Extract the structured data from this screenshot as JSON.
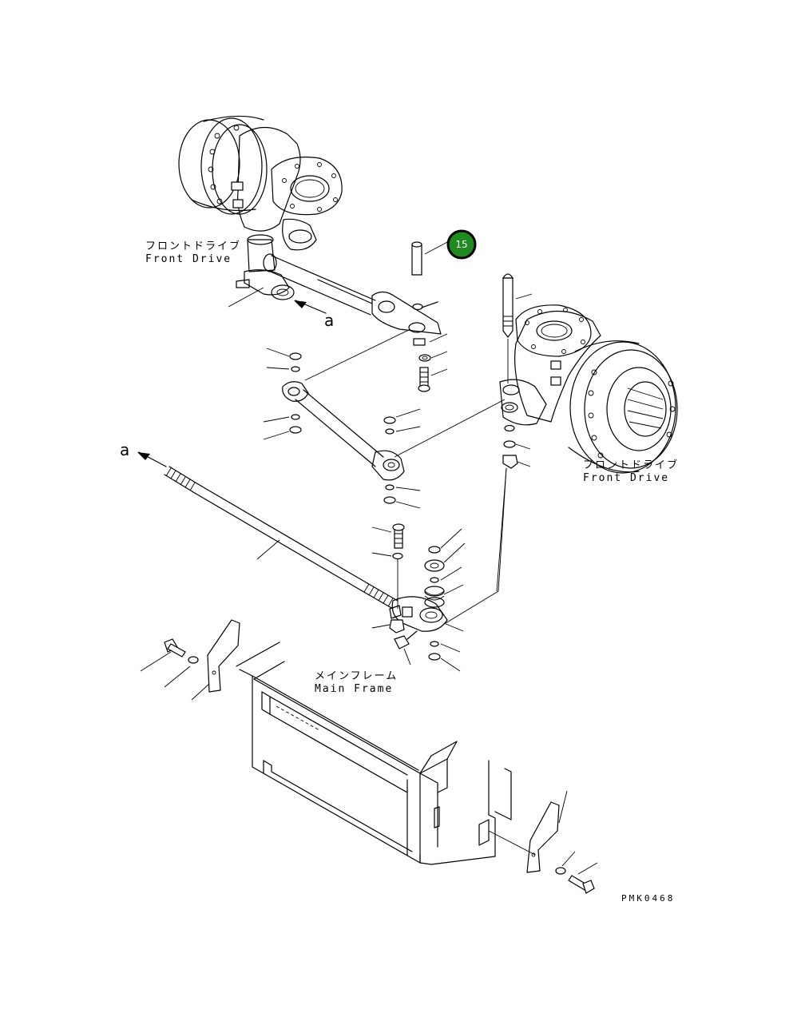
{
  "labels": {
    "front_drive_top_jp": "フロントドライブ",
    "front_drive_top_en": "Front Drive",
    "front_drive_right_jp": "フロントドライブ",
    "front_drive_right_en": "Front Drive",
    "main_frame_jp": "メインフレーム",
    "main_frame_en": "Main Frame",
    "arrow_a_top": "a",
    "arrow_a_left": "a",
    "drawing_code": "PMK0468"
  },
  "callouts": [
    {
      "number": "15",
      "color": "#1f8a1f"
    }
  ]
}
